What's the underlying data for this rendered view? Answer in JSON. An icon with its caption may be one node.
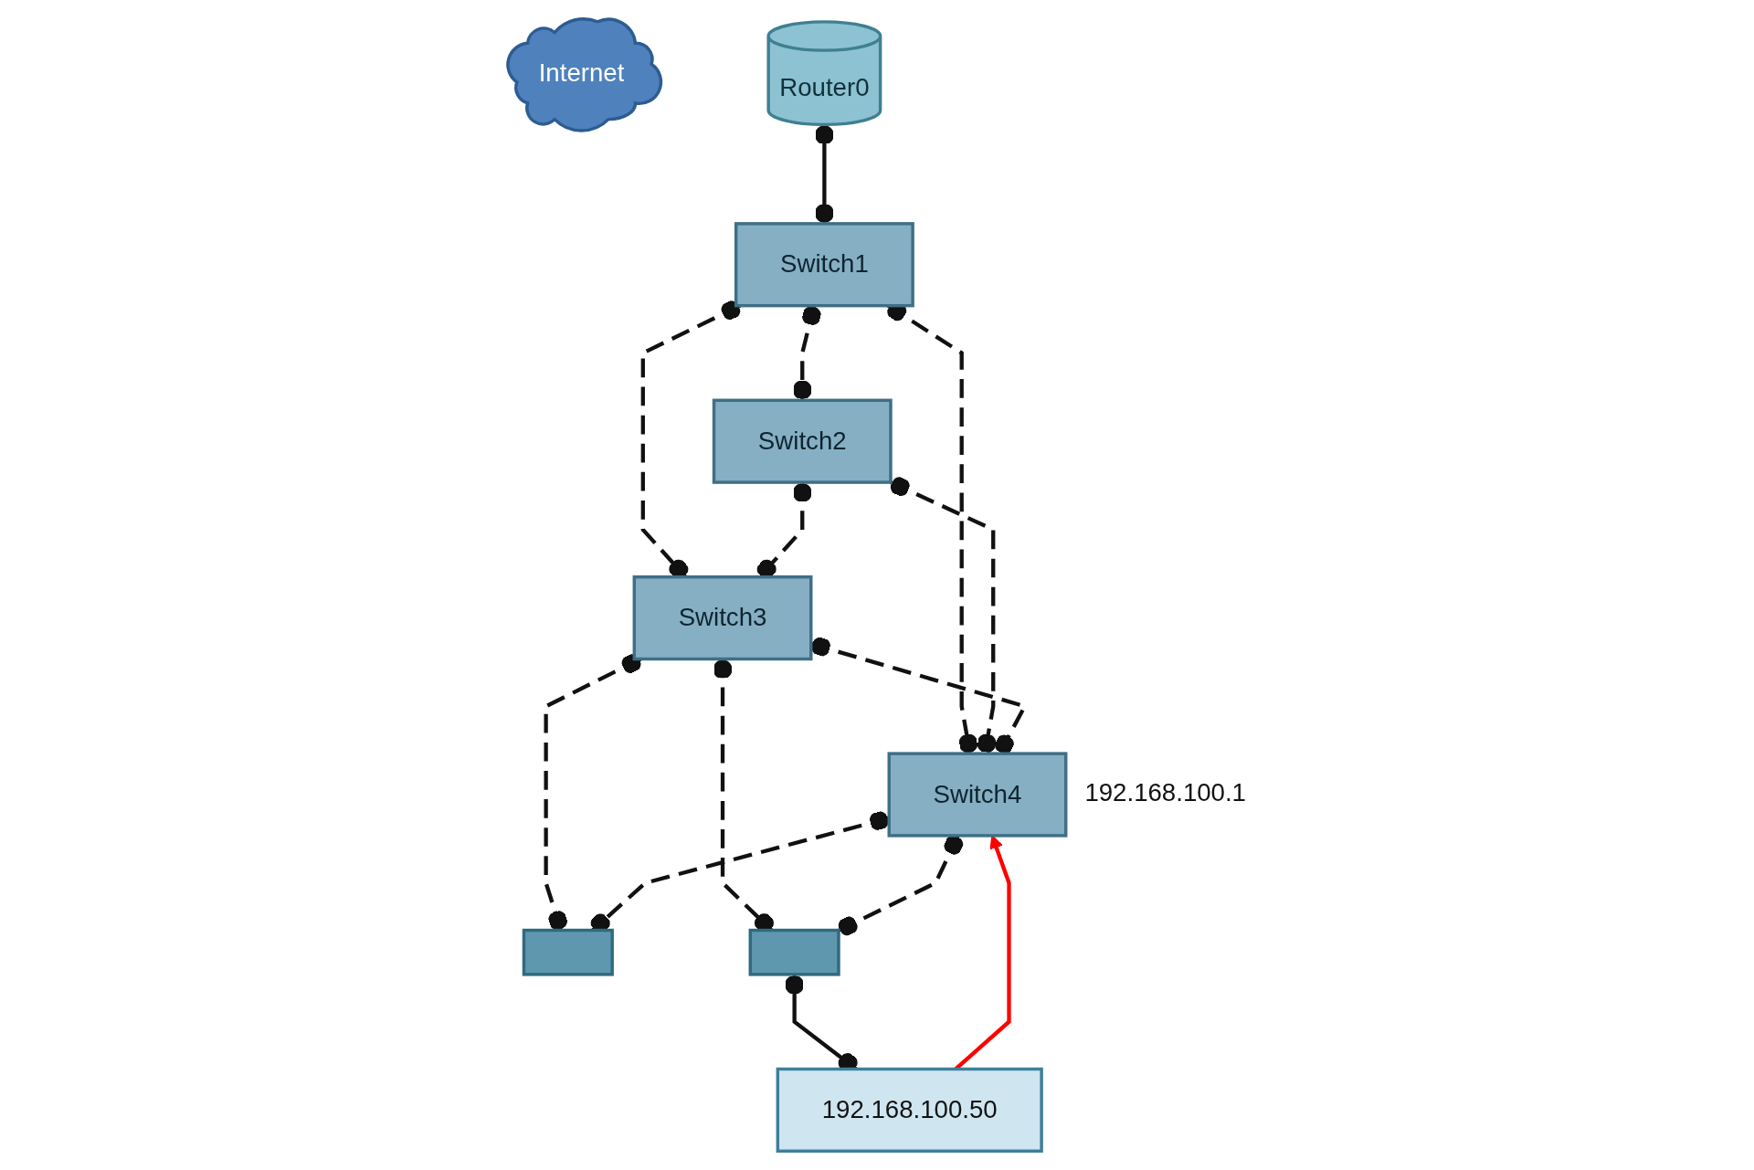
{
  "diagram": {
    "nodes": [
      {
        "text": [
          "Internet"
        ]
      },
      {
        "text": [
          "Router0"
        ]
      },
      {
        "text": [
          "Switch1"
        ]
      },
      {
        "text": [
          "Switch2"
        ]
      },
      {
        "text": [
          "Switch3"
        ]
      },
      {
        "text": [
          "Switch4"
        ],
        "beside": [
          "192.168.100.1"
        ]
      },
      {
        "text": [],
        "shape": "box"
      },
      {
        "text": [],
        "shape": "box"
      },
      {
        "text": [
          "192.168.100.50"
        ]
      }
    ],
    "edges": [
      {
        "from": 1,
        "to": 2,
        "arrow": "other"
      },
      {
        "from": 2,
        "to": 3,
        "arrow": "other",
        "style": "dashed"
      },
      {
        "from": 2,
        "to": 4,
        "arrow": "other",
        "style": "dashed"
      },
      {
        "from": 2,
        "to": 5,
        "arrow": "other",
        "style": "dashed"
      },
      {
        "from": 3,
        "to": 4,
        "arrow": "other",
        "style": "dashed"
      },
      {
        "from": 3,
        "to": 5,
        "arrow": "other",
        "style": "dashed"
      },
      {
        "from": 4,
        "to": 5,
        "arrow": "other",
        "style": "dashed"
      },
      {
        "from": 4,
        "to": 6,
        "arrow": "other",
        "style": "dashed"
      },
      {
        "from": 4,
        "to": 7,
        "arrow": "other",
        "style": "dashed"
      },
      {
        "from": 5,
        "to": 6,
        "arrow": "other",
        "style": "dashed"
      },
      {
        "from": 5,
        "to": 7,
        "arrow": "other",
        "style": "dashed"
      },
      {
        "from": 7,
        "to": 8,
        "arrow": "other"
      },
      {
        "from": 8,
        "to": 5,
        "arrow": "to",
        "color": "#ff0000"
      }
    ]
  }
}
